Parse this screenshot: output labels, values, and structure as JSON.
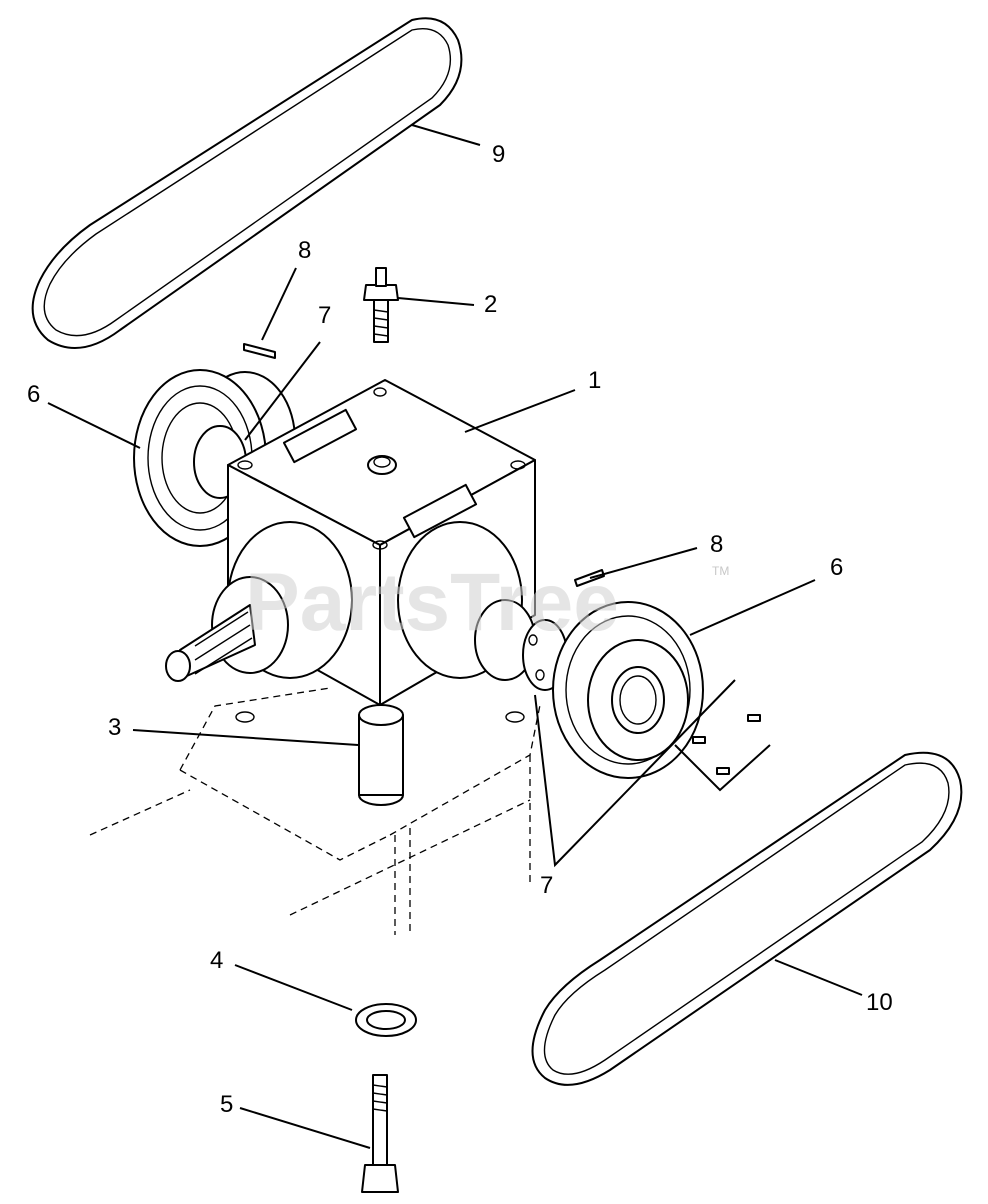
{
  "watermark": {
    "text": "PartsTree",
    "mark": "TM"
  },
  "callouts": {
    "c1": "1",
    "c2": "2",
    "c3": "3",
    "c4": "4",
    "c5": "5",
    "c6_left": "6",
    "c6_right": "6",
    "c7_top": "7",
    "c7_bottom": "7",
    "c8_left": "8",
    "c8_right": "8",
    "c9": "9",
    "c10": "10"
  },
  "colors": {
    "line": "#000000",
    "background": "#ffffff",
    "watermark": "#d0d0d0"
  }
}
